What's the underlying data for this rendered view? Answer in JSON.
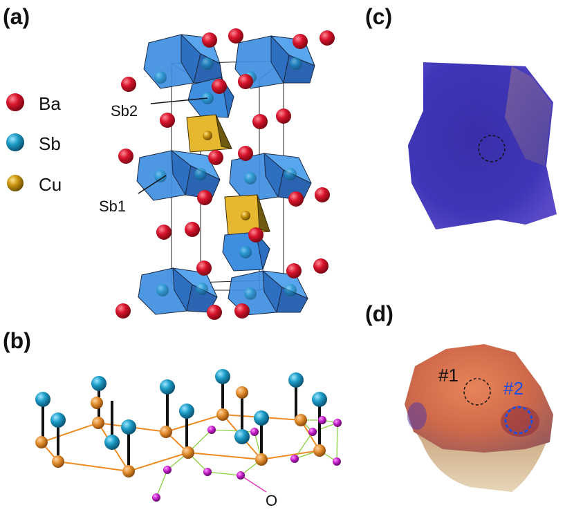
{
  "figure": {
    "panels": {
      "a": "(a)",
      "b": "(b)",
      "c": "(c)",
      "d": "(d)"
    },
    "legend": [
      {
        "label": "Ba",
        "color": "#d0142c"
      },
      {
        "label": "Sb",
        "color": "#1c9dc8"
      },
      {
        "label": "Cu",
        "color": "#c99510"
      }
    ],
    "structure_labels": {
      "sb2": "Sb2",
      "sb1": "Sb1"
    },
    "chain_label": "O",
    "sample_marks": {
      "spot1": "#1",
      "spot2": "#2"
    },
    "colors": {
      "octahedron": "#3f8ee0",
      "tetrahedron": "#e6b830",
      "orange_atom": "#e08a2a",
      "oxygen": "#c21ec8",
      "bond_orange": "#ee8a22",
      "bond_green": "#88d040",
      "crystal_c": "#3d36b6",
      "crystal_d": "#d06a4a",
      "mark_blue": "#1f4fe0"
    }
  }
}
